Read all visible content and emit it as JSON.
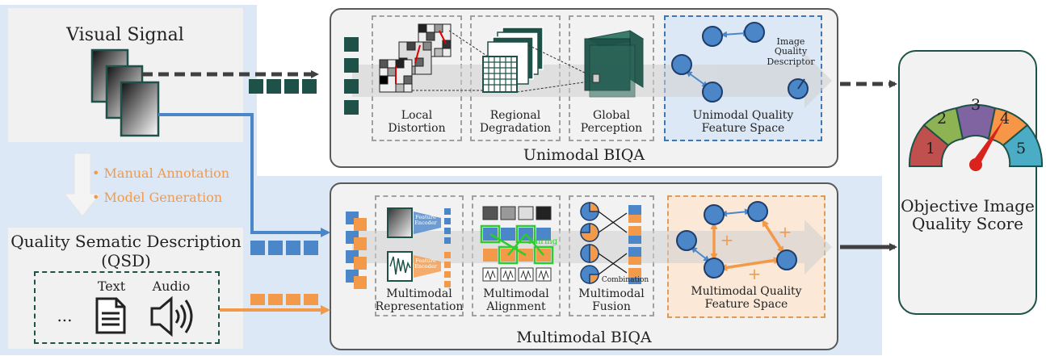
{
  "input": {
    "visual_signal": "Visual Signal",
    "manual_annotation": "• Manual Annotation",
    "model_generation": "• Model Generation",
    "qsd_line1": "Quality Sematic Description",
    "qsd_line2": "(QSD)",
    "ellipsis": "...",
    "text_label": "Text",
    "audio_label": "Audio"
  },
  "unimodal": {
    "title": "Unimodal BIQA",
    "stages": [
      "Local\nDistortion",
      "Regional\nDegradation",
      "Global\nPerception"
    ],
    "space_label": "Unimodal Quality\nFeature Space",
    "descriptor_label": "Image\nQuality\nDescriptor"
  },
  "multimodal": {
    "title": "Multimodal BIQA",
    "stages": [
      "Multimodal\nRepresentation",
      "Multimodal\nAlignment",
      "Multimodal\nFusion"
    ],
    "space_label": "Multimodal Quality\nFeature Space",
    "feature_encoder": "Feature\nEncoder",
    "pairing": "Pairing",
    "combination": "Combination",
    "plus": "+"
  },
  "output": {
    "score_label": "Objective Image\nQuality Score",
    "gauge_levels": [
      "1",
      "2",
      "3",
      "4",
      "5"
    ]
  },
  "colors": {
    "panel_bg": "#dce8f6",
    "box_bg": "#f2f2f2",
    "teal": "#1e5248",
    "blue": "#4a86c8",
    "orange": "#f39a4a",
    "gauge": [
      "#c0504d",
      "#8db353",
      "#8064a2",
      "#f79646",
      "#4aacc5"
    ],
    "needle": "#d9231c"
  }
}
